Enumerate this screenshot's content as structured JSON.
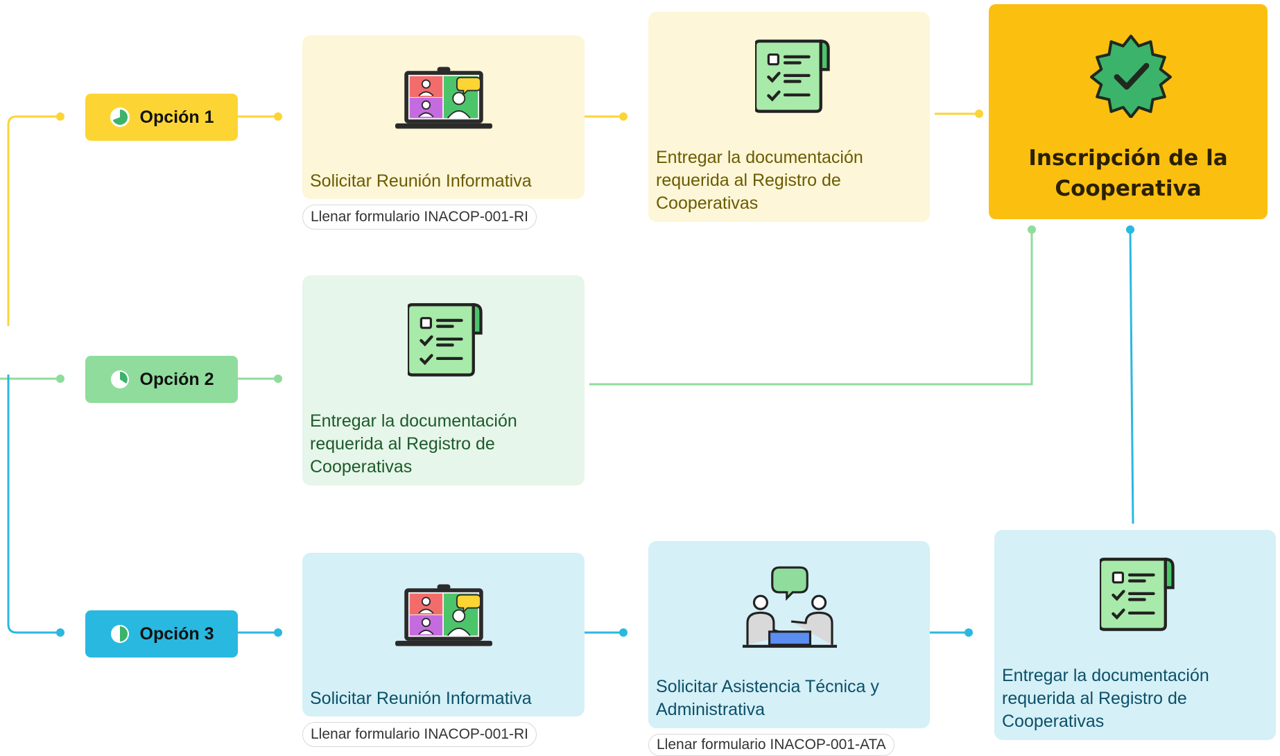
{
  "colors": {
    "option1": "#fcd535",
    "option2": "#8fdc9c",
    "option3": "#29b8e0",
    "card_yellow": "#fdf6d8",
    "card_green": "#e6f6ea",
    "card_blue": "#d5f0f7",
    "goal": "#fbbf10",
    "text_yellow": "#6b5b00",
    "text_green": "#1d5a2a",
    "text_blue": "#0c5068"
  },
  "options": [
    {
      "label": "Opción 1",
      "progress_icon": "progress-pie-icon"
    },
    {
      "label": "Opción 2",
      "progress_icon": "progress-pie-icon"
    },
    {
      "label": "Opción 3",
      "progress_icon": "progress-pie-icon"
    }
  ],
  "option1": {
    "step1": {
      "icon": "video-meeting-laptop-icon",
      "text": "Solicitar Reunión Informativa",
      "note": "Llenar formulario INACOP-001-RI"
    },
    "step2": {
      "icon": "checklist-document-icon",
      "text": "Entregar la documentación requerida al Registro de Cooperativas"
    }
  },
  "option2": {
    "step1": {
      "icon": "checklist-document-icon",
      "text": "Entregar la documentación requerida al Registro de Cooperativas"
    }
  },
  "option3": {
    "step1": {
      "icon": "video-meeting-laptop-icon",
      "text": "Solicitar Reunión Informativa",
      "note": "Llenar formulario INACOP-001-RI"
    },
    "step2": {
      "icon": "consultation-meeting-icon",
      "text": "Solicitar Asistencia Técnica y Administrativa",
      "note": "Llenar formulario INACOP-001-ATA"
    },
    "step3": {
      "icon": "checklist-document-icon",
      "text": "Entregar la documentación requerida al Registro de Cooperativas"
    }
  },
  "goal": {
    "icon": "verified-badge-icon",
    "title": "Inscripción de la Cooperativa"
  }
}
